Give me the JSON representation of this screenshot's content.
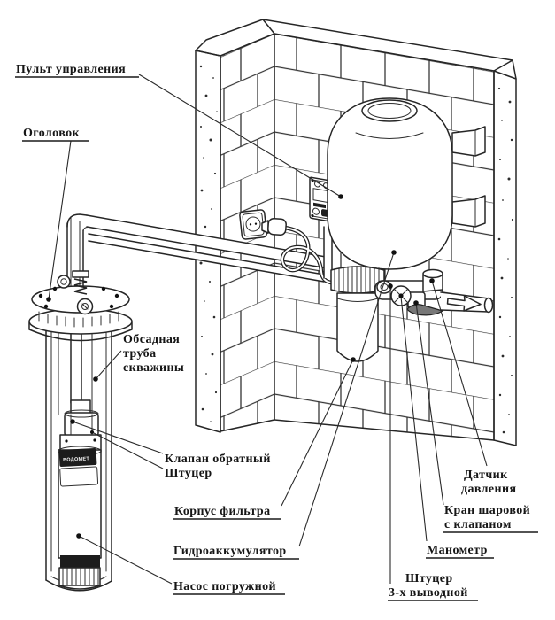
{
  "diagram": {
    "kind": "well-pump-station-installation-scheme",
    "language": "ru",
    "background_color": "#ffffff",
    "line_color": "#262626",
    "label_color": "#161616"
  },
  "labels": {
    "control_panel": "Пульт управления",
    "wellhead": "Оголовок",
    "casing_pipe": [
      "Обсадная",
      "труба",
      "скважины"
    ],
    "check_valve": [
      "Клапан обратный",
      "Штуцер"
    ],
    "filter_housing": "Корпус фильтра",
    "hydroaccumulator": "Гидроаккумулятор",
    "submersible_pump": "Насос погружной",
    "pressure_sensor": [
      "Датчик",
      "давления"
    ],
    "ball_valve": [
      "Кран шаровой",
      "с клапаном"
    ],
    "manometer": "Манометр",
    "three_way_fitting": [
      "Штуцер",
      "3-х выводной"
    ]
  },
  "pump_brand": "ВОДОМЕТ"
}
